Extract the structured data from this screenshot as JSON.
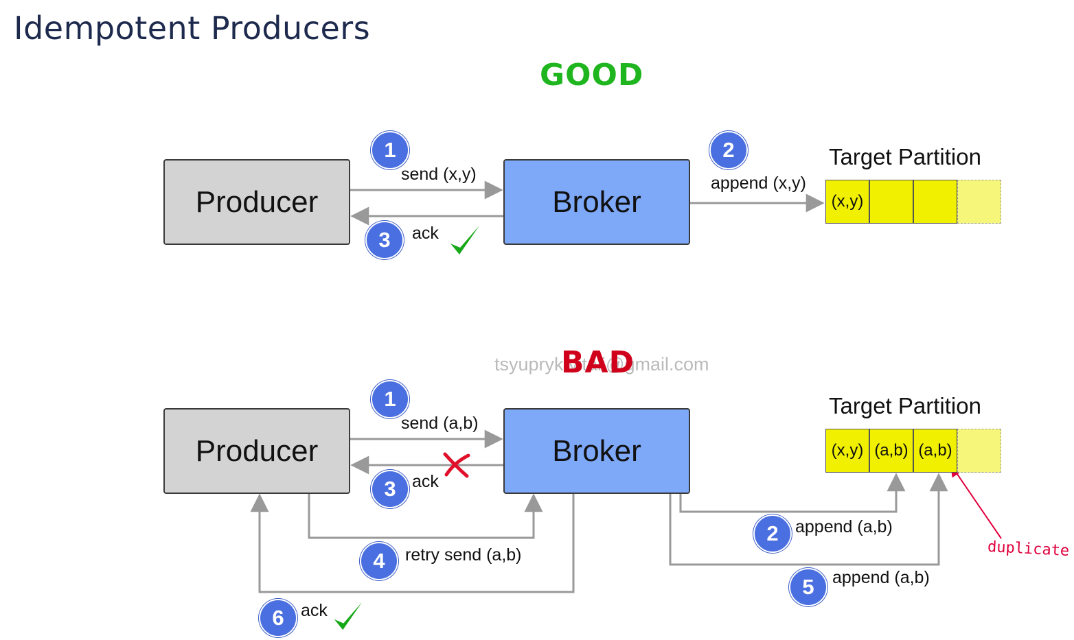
{
  "title": "Idempotent Producers",
  "watermark": "tsyupryk.vitali@gmail.com",
  "good": {
    "label": "GOOD",
    "producer": "Producer",
    "broker": "Broker",
    "steps": [
      {
        "num": "1",
        "text": "send (x,y)"
      },
      {
        "num": "2",
        "text": "append (x,y)"
      },
      {
        "num": "3",
        "text": "ack"
      }
    ],
    "partition": {
      "label": "Target Partition",
      "cells": [
        "(x,y)",
        "",
        ""
      ]
    }
  },
  "bad": {
    "label": "BAD",
    "producer": "Producer",
    "broker": "Broker",
    "steps": [
      {
        "num": "1",
        "text": "send (a,b)"
      },
      {
        "num": "2",
        "text": "append (a,b)"
      },
      {
        "num": "3",
        "text": "ack"
      },
      {
        "num": "4",
        "text": "retry send (a,b)"
      },
      {
        "num": "5",
        "text": "append (a,b)"
      },
      {
        "num": "6",
        "text": "ack"
      }
    ],
    "partition": {
      "label": "Target Partition",
      "cells": [
        "(x,y)",
        "(a,b)",
        "(a,b)"
      ]
    },
    "note": "duplicate"
  },
  "colors": {
    "good": "#1fb51f",
    "bad": "#d0021b",
    "producer": "#d3d3d3",
    "broker": "#7ea8f8",
    "step_circle": "#4a6fe0",
    "partition_cell": "#f0f000",
    "check": "#17a817",
    "cross": "#e0102a"
  },
  "icons": [
    "check-icon",
    "cross-icon"
  ]
}
